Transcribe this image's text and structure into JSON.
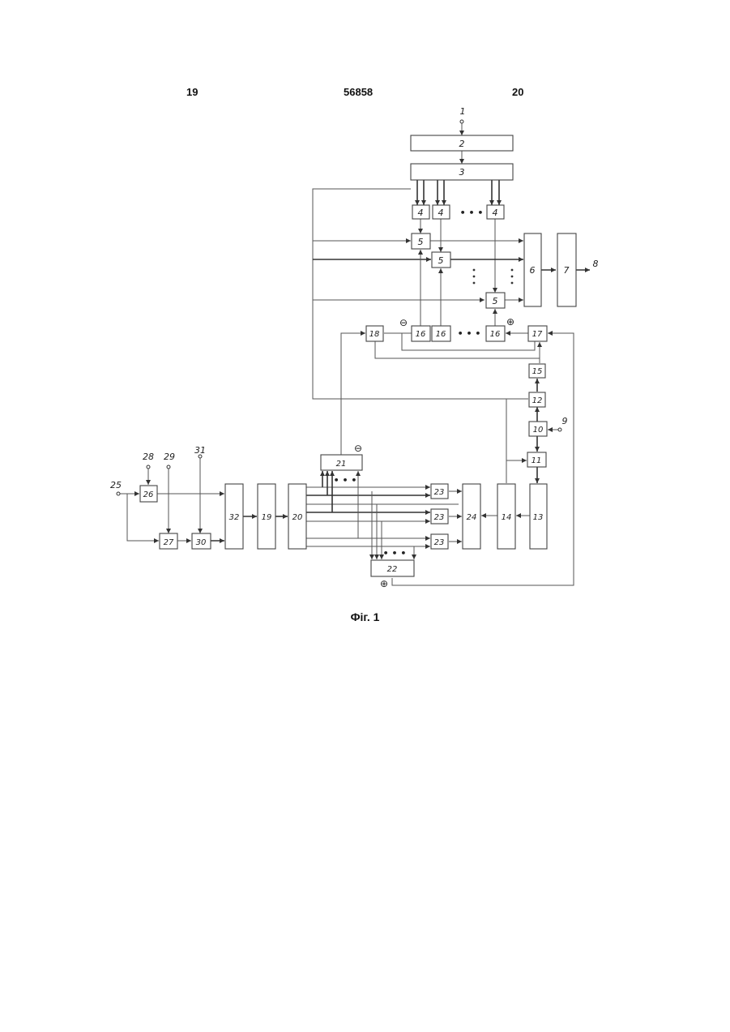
{
  "header": {
    "page_left": "19",
    "patent_number": "56858",
    "page_right": "20"
  },
  "figure": {
    "caption": "Фіг. 1",
    "ellipsis": "• • •",
    "minus_sign": "⊖",
    "plus_sign": "⊕",
    "blocks": {
      "b2": "2",
      "b3": "3",
      "b4": "4",
      "b5": "5",
      "b6": "6",
      "b7": "7",
      "b10": "10",
      "b11": "11",
      "b12": "12",
      "b13": "13",
      "b14": "14",
      "b15": "15",
      "b16": "16",
      "b17": "17",
      "b18": "18",
      "b19": "19",
      "b20": "20",
      "b21": "21",
      "b22": "22",
      "b23": "23",
      "b24": "24",
      "b26": "26",
      "b27": "27",
      "b30": "30",
      "b32": "32"
    },
    "terminals": {
      "t1": "1",
      "t8": "8",
      "t9": "9",
      "t25": "25",
      "t28": "28",
      "t29": "29",
      "t31": "31"
    }
  }
}
